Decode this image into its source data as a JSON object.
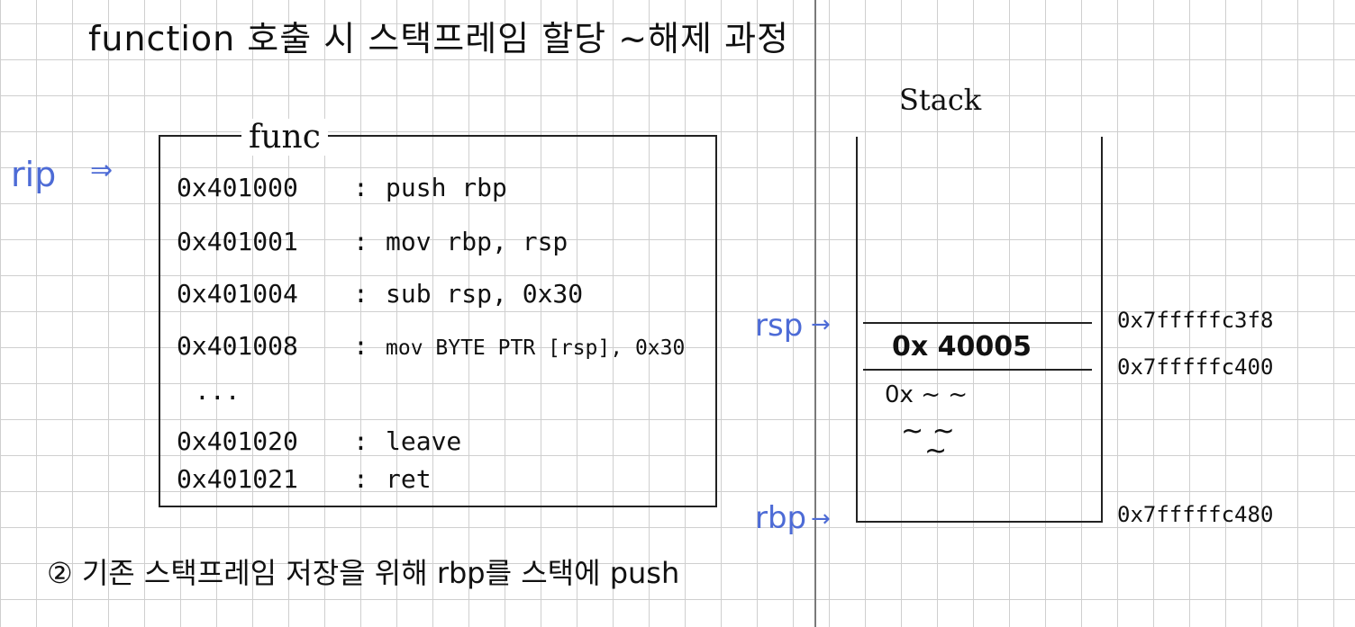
{
  "title": "function 호출 시 스택프레임 할당 ~해제 과정",
  "footer_note": "② 기존 스택프레임 저장을 위해 rbp를 스택에 push",
  "func_box": {
    "label": "func",
    "instructions": [
      {
        "addr": "0x401000",
        "sep": ":",
        "op": "push rbp"
      },
      {
        "addr": "0x401001",
        "sep": ":",
        "op": "mov rbp, rsp"
      },
      {
        "addr": "0x401004",
        "sep": ":",
        "op": "sub rsp, 0x30"
      },
      {
        "addr": "0x401008",
        "sep": ":",
        "op": "mov BYTE PTR [rsp], 0x30"
      },
      {
        "addr": "...",
        "sep": "",
        "op": ""
      },
      {
        "addr": "0x401020",
        "sep": ":",
        "op": "leave"
      },
      {
        "addr": "0x401021",
        "sep": ":",
        "op": "ret"
      }
    ]
  },
  "rip": {
    "label": "rip",
    "arrow": "⇒"
  },
  "stack": {
    "label": "Stack",
    "top_value": "0x 40005",
    "scribble": "0x ~ ~",
    "squiggle1": "~ ~",
    "squiggle2": "~"
  },
  "registers": {
    "rsp": {
      "label": "rsp",
      "arrow": "→"
    },
    "rbp": {
      "label": "rbp",
      "arrow": "→"
    }
  },
  "addresses": {
    "a1": "0x7fffffc3f8",
    "a2": "0x7fffffc400",
    "a3": "0x7fffffc480"
  },
  "colors": {
    "annotation": "#4d6bd6",
    "ink": "#111111",
    "grid": "#cfcfcf"
  }
}
